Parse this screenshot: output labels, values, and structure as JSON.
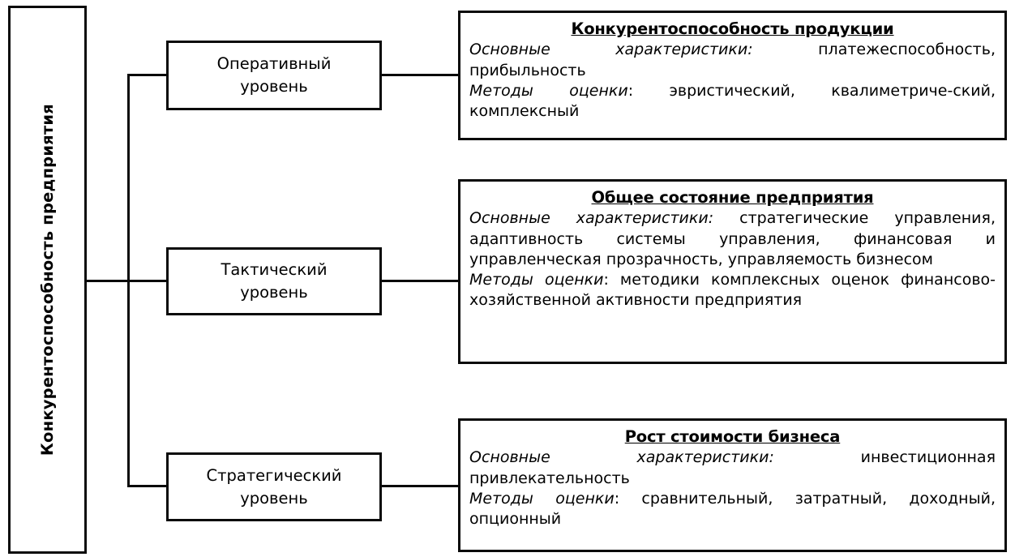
{
  "diagram": {
    "root": {
      "label": "Конкурентоспособность предприятия"
    },
    "levels": [
      {
        "label": "Оперативный\nуровень"
      },
      {
        "label": "Тактический\nуровень"
      },
      {
        "label": "Стратегический\nуровень"
      }
    ],
    "details": [
      {
        "title": "Конкурентоспособность продукции",
        "characteristics_label": "Основные характеристики:",
        "characteristics_text": " платежеспособность, прибыльность",
        "methods_label": "Методы оценки",
        "methods_text": ": эвристический, квалиметриче-ский, комплексный"
      },
      {
        "title": "Общее состояние предприятия",
        "characteristics_label": "Основные характеристики:",
        "characteristics_text": " стратегические управления, адаптивность системы управления, финансовая и управленческая прозрачность, управляемость бизнесом",
        "methods_label": "Методы оценки",
        "methods_text": ": методики комплексных оценок финансово-хозяйственной активности предприятия"
      },
      {
        "title": "Рост стоимости бизнеса",
        "characteristics_label": "Основные характеристики:",
        "characteristics_text": " инвестиционная привлекательность",
        "methods_label": "Методы оценки",
        "methods_text": ": сравнительный, затратный, доходный, опционный"
      }
    ],
    "colors": {
      "stroke": "#0a0a0a",
      "background": "#ffffff"
    }
  }
}
